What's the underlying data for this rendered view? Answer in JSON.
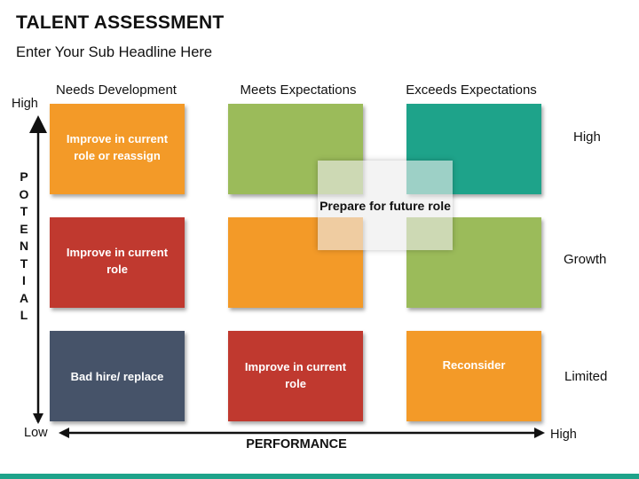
{
  "header": {
    "title": "TALENT ASSESSMENT",
    "subtitle": "Enter Your Sub Headline Here"
  },
  "columns": [
    "Needs Development",
    "Meets Expectations",
    "Exceeds Expectations"
  ],
  "rows": [
    "High",
    "Growth",
    "Limited"
  ],
  "y_axis": {
    "label": "POTENTIAL",
    "letters": [
      "P",
      "O",
      "T",
      "E",
      "N",
      "T",
      "I",
      "A",
      "L"
    ],
    "high": "High",
    "low": "Low"
  },
  "x_axis": {
    "label": "PERFORMANCE",
    "high": "High"
  },
  "cells": {
    "r1c1": "Improve in current role or reassign",
    "r1c2": "",
    "r1c3": "",
    "r2c1": "Improve in current role",
    "r2c2": "",
    "r2c3": "",
    "r3c1": "Bad hire/ replace",
    "r3c2": "Improve in current role",
    "r3c3": "Reconsider"
  },
  "overlay": "Prepare for future role",
  "colors": {
    "orange": "#f39a28",
    "green": "#9bbb5a",
    "teal": "#1ea38a",
    "red": "#c0392f",
    "slate": "#465369",
    "accent_bar": "#1ea38a"
  }
}
